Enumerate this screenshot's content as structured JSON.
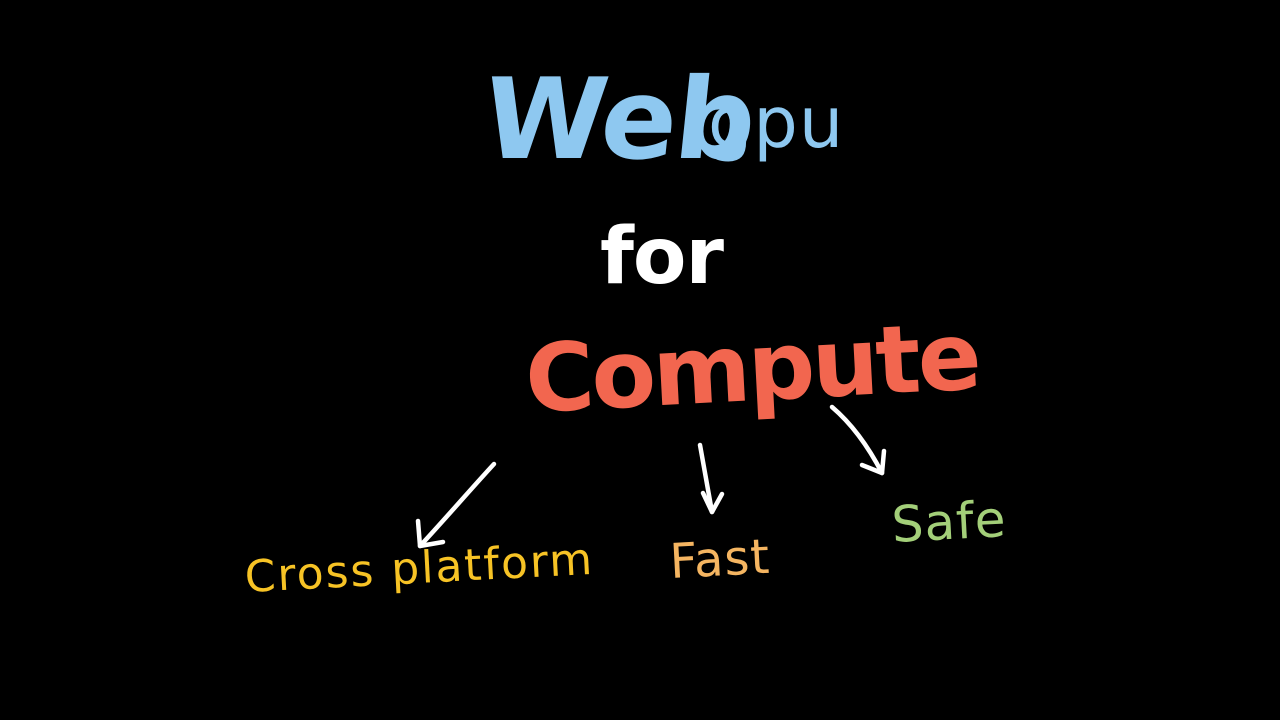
{
  "title": {
    "main": "Web",
    "sub": "gpu"
  },
  "connector": "for",
  "center": "Compute",
  "branches": [
    {
      "label": "Cross platform"
    },
    {
      "label": "Fast"
    },
    {
      "label": "Safe"
    }
  ],
  "colors": {
    "background": "#000000",
    "title": "#8EC8F0",
    "connector": "#FFFFFF",
    "center": "#F2664F",
    "arrow": "#FFFFFF",
    "cross_platform": "#F7C325",
    "fast": "#F5B561",
    "safe": "#A3CF79"
  }
}
